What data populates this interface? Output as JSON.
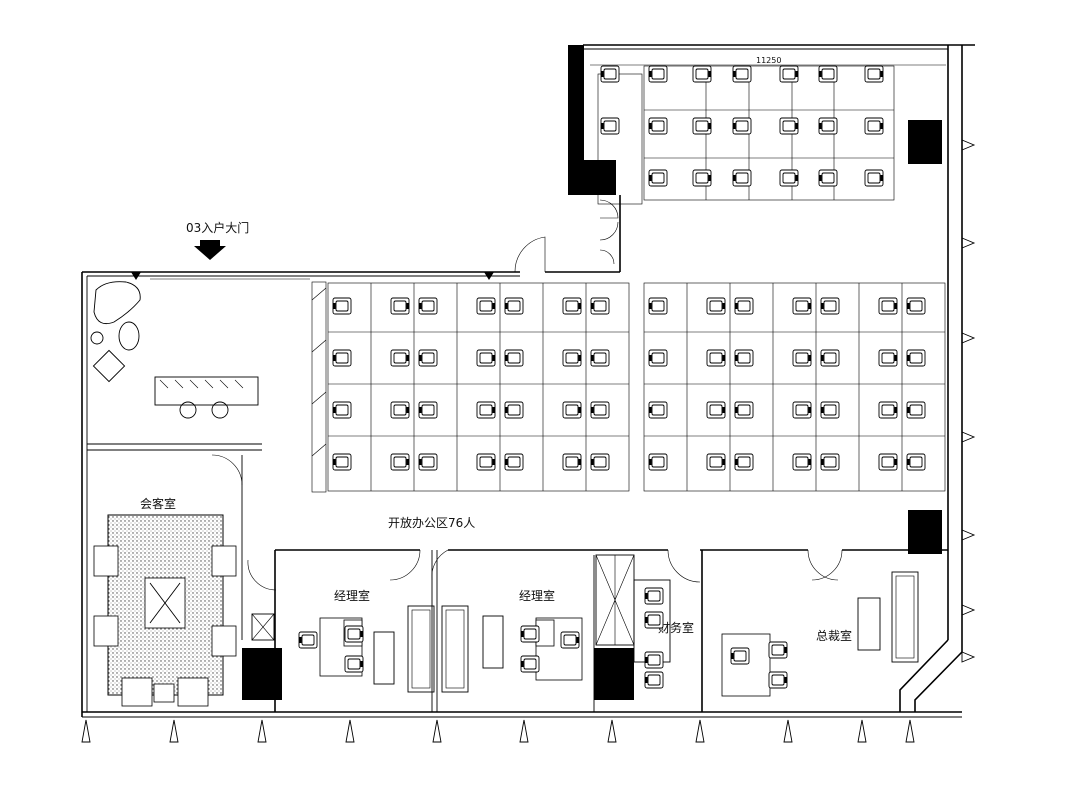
{
  "plan": {
    "dimension_text": "11250",
    "entrance_label": "03入户大门",
    "rooms": {
      "reception": "会客室",
      "open_office": "开放办公区76人",
      "manager_left": "经理室",
      "manager_right": "经理室",
      "finance": "财务室",
      "president": "总裁室"
    },
    "colors": {
      "line": "#000000",
      "background": "#ffffff",
      "carpet_hatch": "#444444"
    }
  }
}
